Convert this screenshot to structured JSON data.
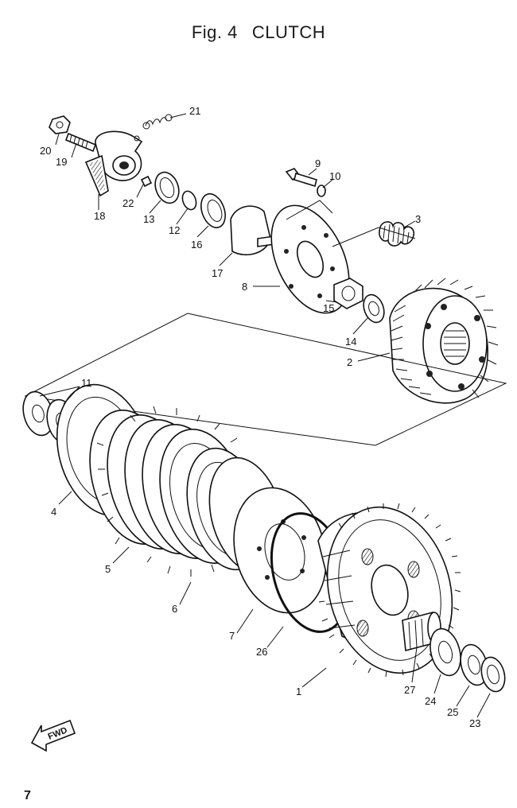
{
  "title": {
    "fig_label": "Fig. 4",
    "name": "CLUTCH"
  },
  "page_number": "7",
  "fwd_marker": "FWD",
  "callouts": [
    "1",
    "2",
    "3",
    "4",
    "5",
    "6",
    "7",
    "8",
    "9",
    "10",
    "11",
    "12",
    "13",
    "14",
    "15",
    "16",
    "17",
    "18",
    "19",
    "20",
    "21",
    "22",
    "23",
    "24",
    "25",
    "26",
    "27"
  ]
}
